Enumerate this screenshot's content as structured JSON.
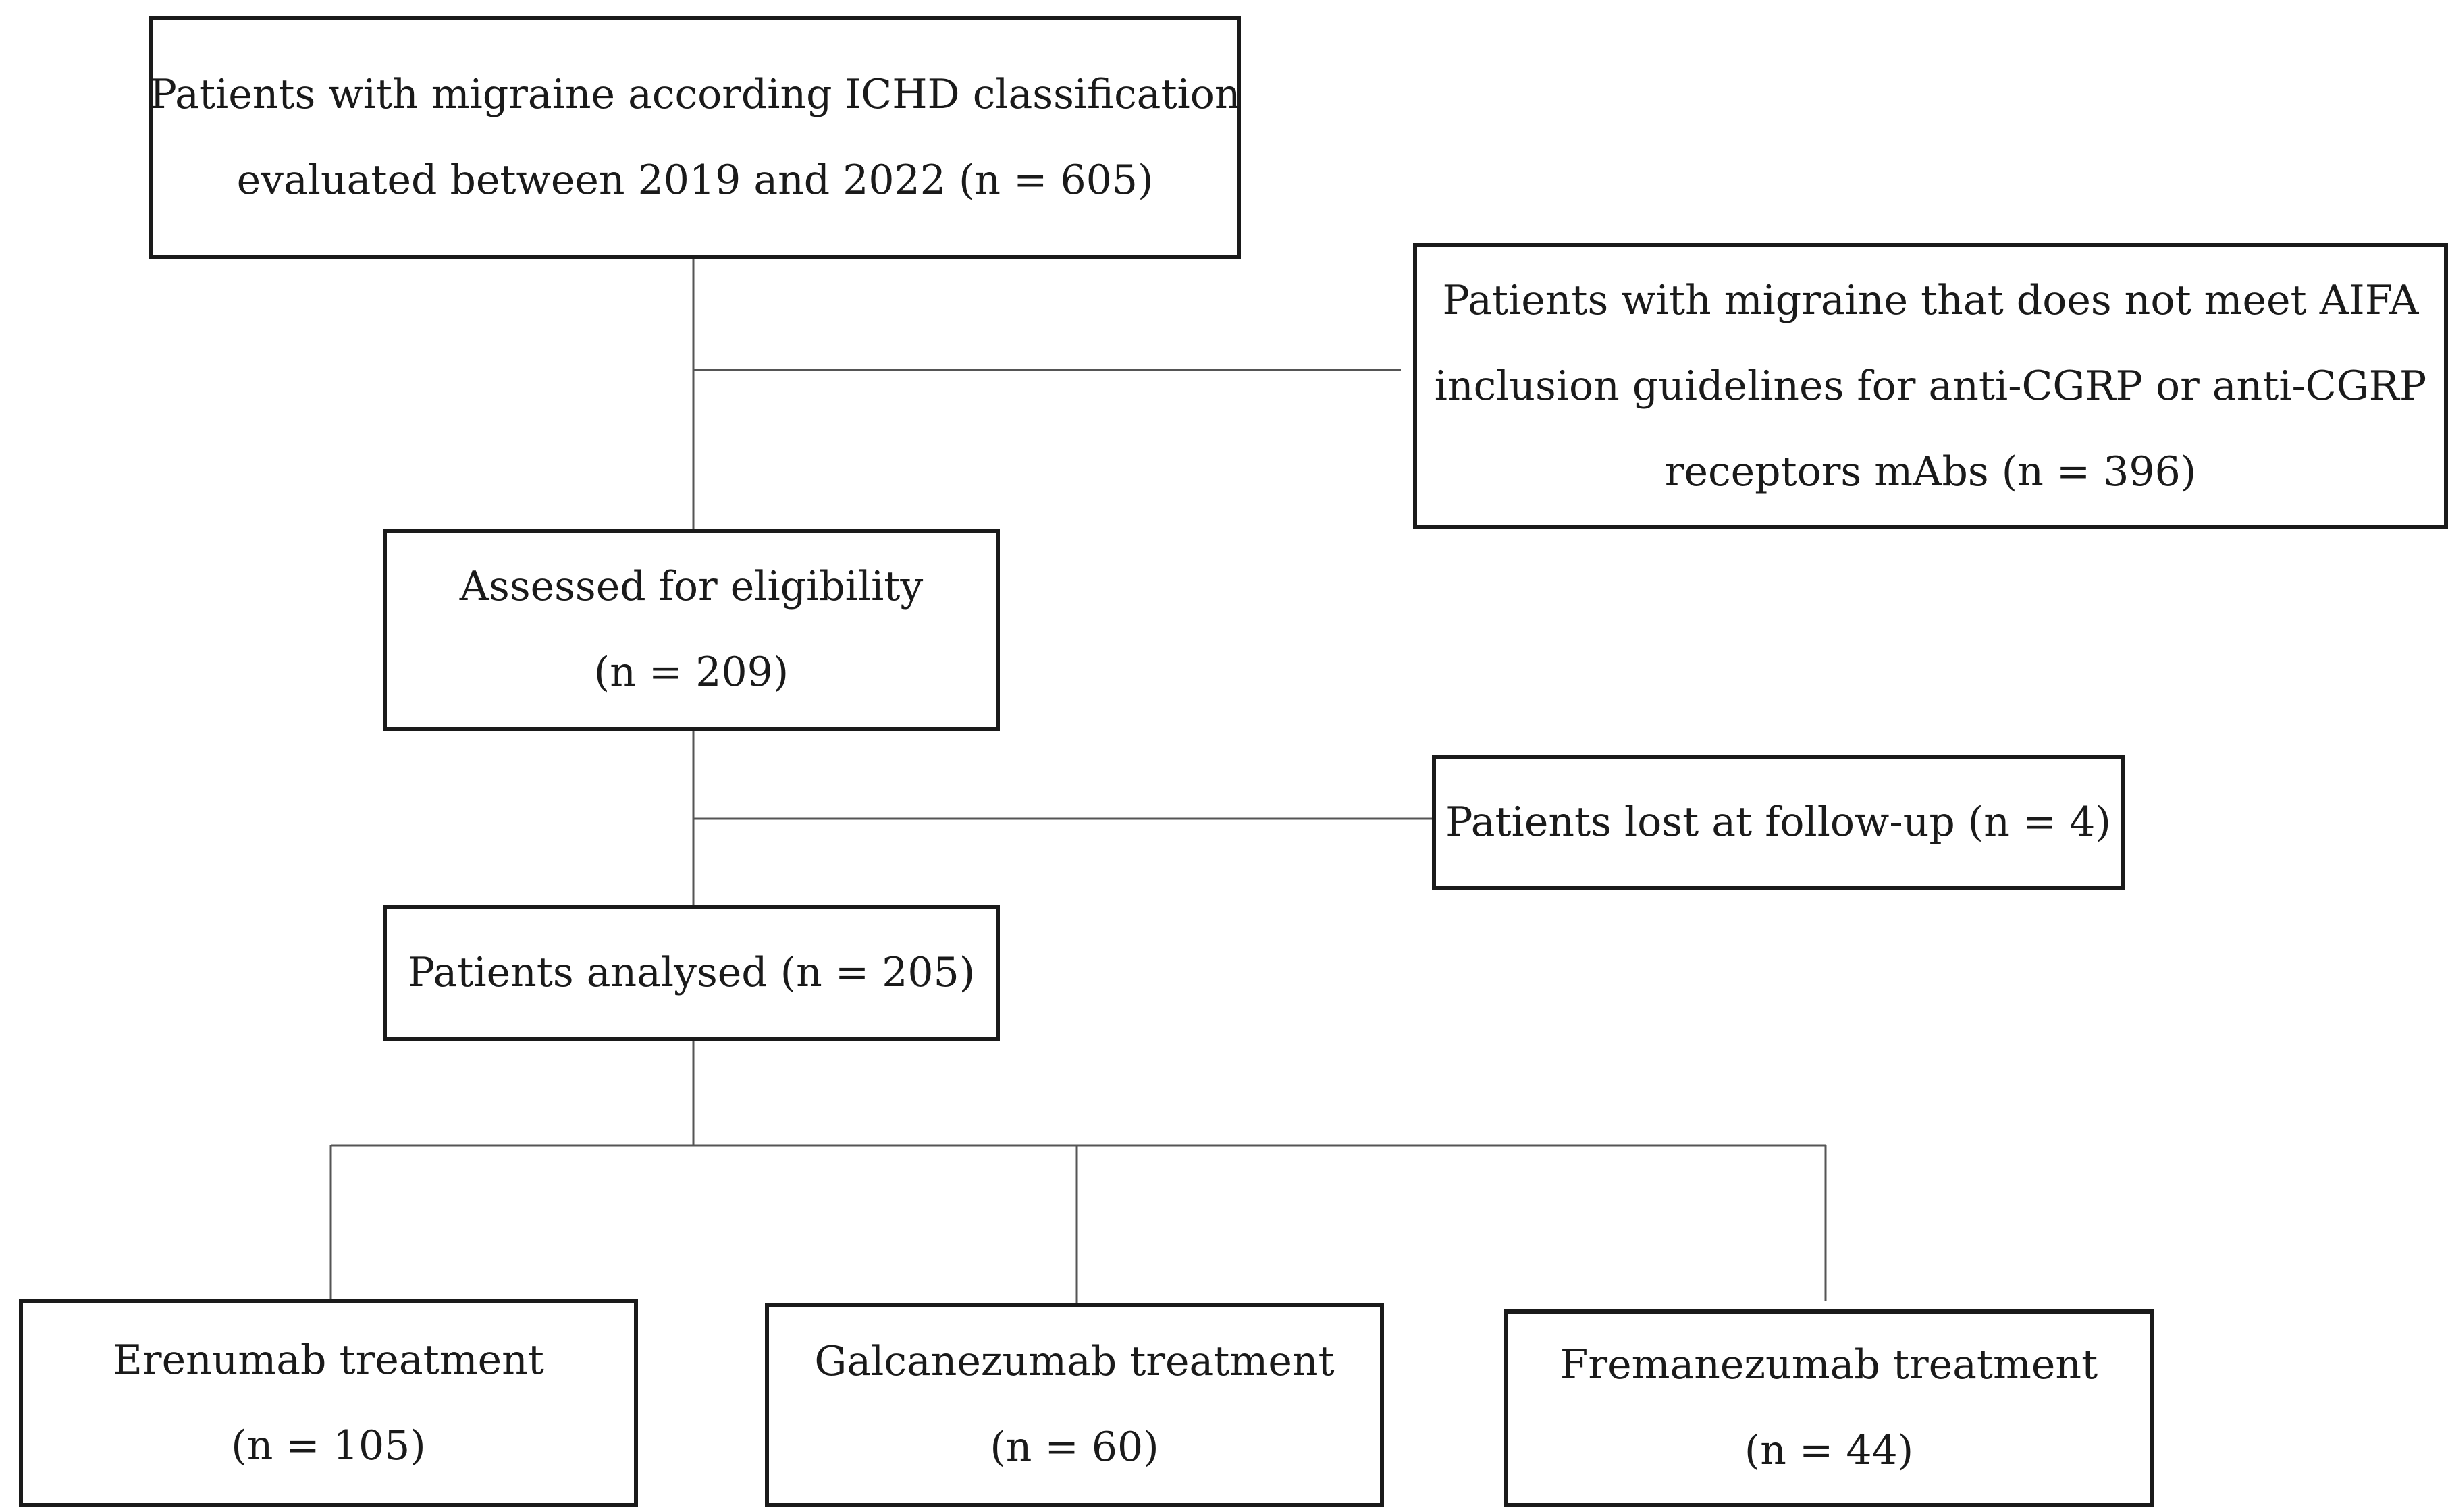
{
  "total": {
    "line1": "Patients with migraine according ICHD classification",
    "line2": "evaluated between 2019 and 2022 (n = 605)"
  },
  "excluded": {
    "line1": "Patients with migraine that does not meet AIFA",
    "line2": "inclusion guidelines for anti-CGRP or anti-CGRP",
    "line3": "receptors mAbs (n = 396)"
  },
  "assessed": {
    "line1": "Assessed for eligibility",
    "line2": "(n = 209)"
  },
  "lost": {
    "line1": "Patients lost at follow-up (n = 4)"
  },
  "analysed": {
    "line1": "Patients analysed (n = 205)"
  },
  "treatments": [
    {
      "line1": "Erenumab treatment",
      "line2": "(n = 105)"
    },
    {
      "line1": "Galcanezumab treatment",
      "line2": "(n = 60)"
    },
    {
      "line1": "Fremanezumab treatment",
      "line2": "(n = 44)"
    }
  ],
  "colors": {
    "stroke": "#1a1a1a",
    "connector": "#555555",
    "background": "#ffffff"
  }
}
